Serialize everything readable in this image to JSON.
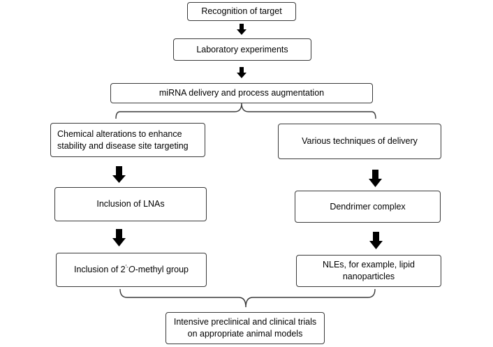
{
  "nodes": {
    "recognition": "Recognition of target",
    "lab": "Laboratory experiments",
    "mirna": "miRNA delivery and process augmentation",
    "chemical_line1": "Chemical alterations to enhance",
    "chemical_line2": "stability and disease site targeting",
    "techniques": "Various techniques of delivery",
    "lna": "Inclusion of LNAs",
    "dendrimer": "Dendrimer complex",
    "methyl_prefix": "Inclusion of 2",
    "methyl_prime": "'-",
    "methyl_italic": "O",
    "methyl_suffix": "-methyl group",
    "nle_line1": "NLEs, for example, lipid",
    "nle_line2": "nanoparticles",
    "trials_line1": "Intensive preclinical and clinical trials",
    "trials_line2": "on appropriate animal models"
  },
  "colors": {
    "arrow": "#000000",
    "border": "#3a3a3a",
    "bracket": "#3a3a3a"
  }
}
